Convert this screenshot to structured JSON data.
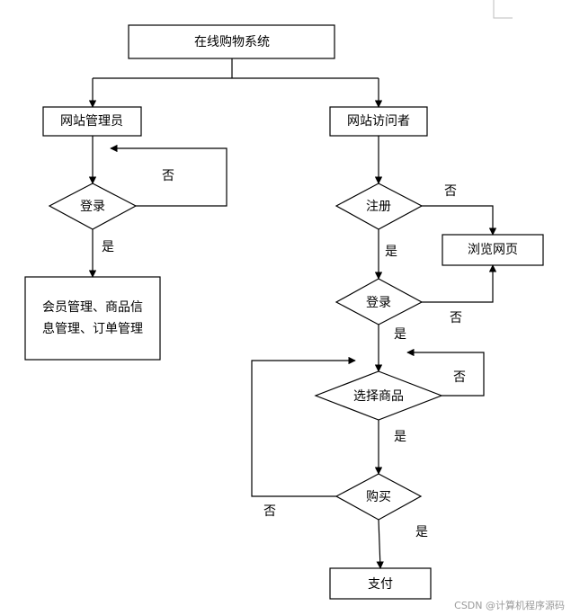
{
  "nodes": {
    "system": "在线购物系统",
    "admin": "网站管理员",
    "admin_login": "登录",
    "admin_mgmt_line1": "会员管理、商品信",
    "admin_mgmt_line2": "息管理、订单管理",
    "visitor": "网站访问者",
    "register": "注册",
    "browse": "浏览网页",
    "visitor_login": "登录",
    "select": "选择商品",
    "buy": "购买",
    "pay": "支付"
  },
  "edge_labels": {
    "admin_login_no": "否",
    "admin_login_yes": "是",
    "register_no": "否",
    "register_yes": "是",
    "visitor_login_no": "否",
    "visitor_login_yes": "是",
    "select_no": "否",
    "select_yes": "是",
    "buy_no": "否",
    "buy_yes": "是"
  },
  "watermark": "CSDN @计算机程序源码"
}
